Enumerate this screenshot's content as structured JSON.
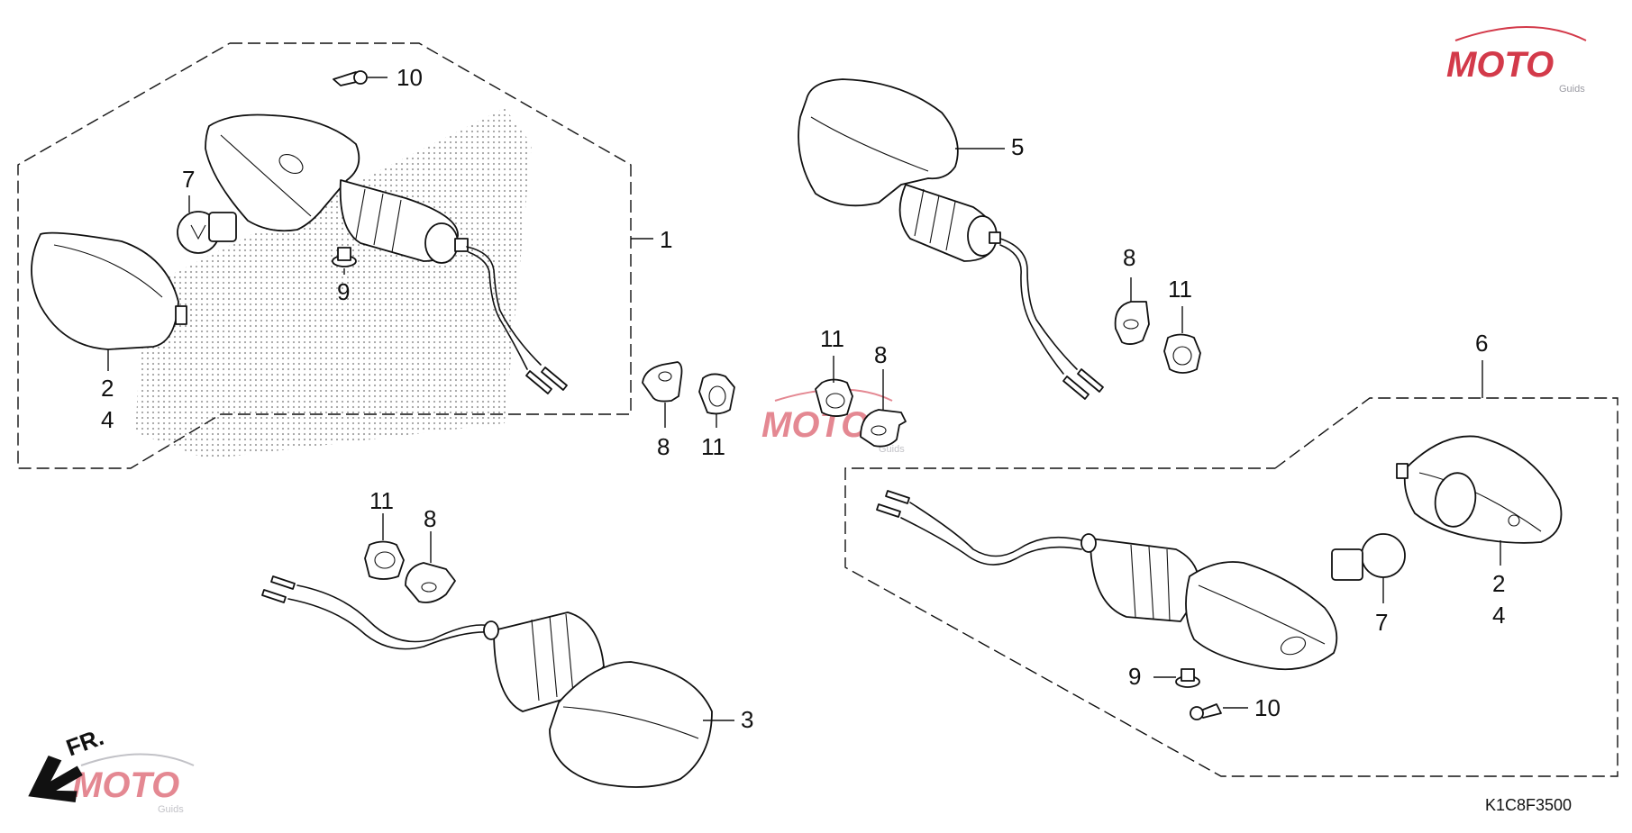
{
  "diagram_code": "K1C8F3500",
  "front_indicator": "FR.",
  "watermark": {
    "brand": "MOTO",
    "sub": "Guids",
    "colors": {
      "red": "#d33a4a",
      "gray": "#9a9aa2"
    }
  },
  "part_labels": {
    "p1": "1",
    "p2a": "2",
    "p4a": "4",
    "p3": "3",
    "p5": "5",
    "p6": "6",
    "p7a": "7",
    "p7b": "7",
    "p8a": "8",
    "p8b": "8",
    "p8c": "8",
    "p8d": "8",
    "p9a": "9",
    "p9b": "9",
    "p10a": "10",
    "p10b": "10",
    "p11a": "11",
    "p11b": "11",
    "p11c": "11",
    "p11d": "11",
    "p2b": "2",
    "p4b": "4"
  }
}
